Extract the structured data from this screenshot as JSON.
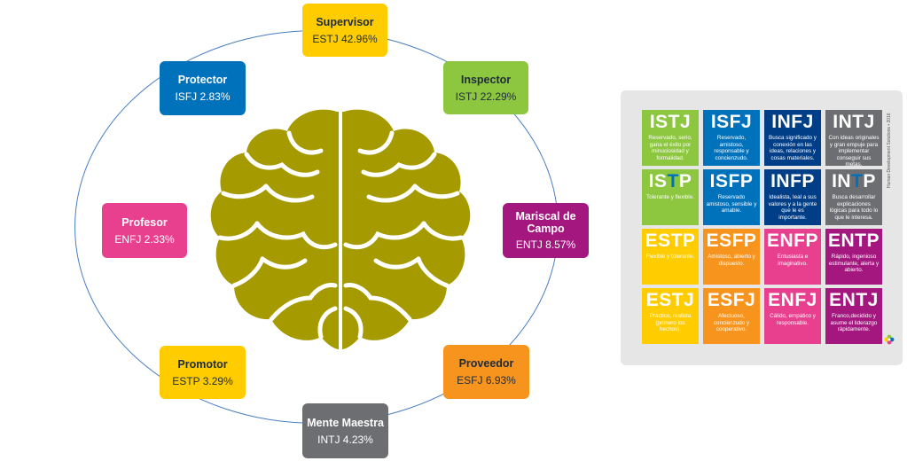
{
  "colors": {
    "ring": "#4a7fc1",
    "brain": "#a59b00",
    "yellow": "#ffcc00",
    "green": "#8dc63f",
    "purple": "#a3177f",
    "orange": "#f7941d",
    "gray": "#6d6e71",
    "pink": "#e8408e",
    "blue": "#0072bc"
  },
  "diagram": {
    "brain_icon": "brain-icon",
    "nodes": [
      {
        "key": "supervisor",
        "title": "Supervisor",
        "value": "ESTJ 42.96%",
        "color": "#ffcc00",
        "dark": true
      },
      {
        "key": "inspector",
        "title": "Inspector",
        "value": "ISTJ 22.29%",
        "color": "#8dc63f",
        "dark": true
      },
      {
        "key": "mariscal",
        "title": "Mariscal de Campo",
        "value": "ENTJ  8.57%",
        "color": "#a3177f",
        "dark": false
      },
      {
        "key": "proveedor",
        "title": "Proveedor",
        "value": "ESFJ 6.93%",
        "color": "#f7941d",
        "dark": true
      },
      {
        "key": "mente",
        "title": "Mente Maestra",
        "value": "INTJ 4.23%",
        "color": "#6d6e71",
        "dark": false
      },
      {
        "key": "promotor",
        "title": "Promotor",
        "value": "ESTP 3.29%",
        "color": "#ffcc00",
        "dark": true
      },
      {
        "key": "profesor",
        "title": "Profesor",
        "value": "ENFJ 2.33%",
        "color": "#e8408e",
        "dark": false
      },
      {
        "key": "protector",
        "title": "Protector",
        "value": "ISFJ 2.83%",
        "color": "#0072bc",
        "dark": false
      }
    ]
  },
  "mbti_card": {
    "credit": "Human Development Solutions • 2016",
    "logo_icon": "flower-logo-icon",
    "types": [
      {
        "code": "ISTJ",
        "desc": "Reservado, serio, gana el éxito por minuciosidad y formalidad.",
        "bg": "#8dc63f",
        "letters": [
          "#ffffff",
          "#ffffff",
          "#ffffff",
          "#ffffff"
        ]
      },
      {
        "code": "ISFJ",
        "desc": "Reservado, amistoso, responsable y concienzudo.",
        "bg": "#0072bc",
        "letters": [
          "#ffffff",
          "#ffffff",
          "#ffffff",
          "#ffffff"
        ]
      },
      {
        "code": "INFJ",
        "desc": "Busca significado y conexión en las ideas, relaciones y cosas materiales.",
        "bg": "#003f87",
        "letters": [
          "#ffffff",
          "#ffffff",
          "#ffffff",
          "#ffffff"
        ]
      },
      {
        "code": "INTJ",
        "desc": "Con ideas originales y gran empuje para implementar conseguir sus metas.",
        "bg": "#6d6e71",
        "letters": [
          "#ffffff",
          "#ffffff",
          "#ffffff",
          "#ffffff"
        ]
      },
      {
        "code": "ISTP",
        "desc": "Tolerante y flexible.",
        "bg": "#8dc63f",
        "letters": [
          "#ffffff",
          "#ffffff",
          "#0072bc",
          "#ffffff"
        ]
      },
      {
        "code": "ISFP",
        "desc": "Reservado amistoso, sensible y amable.",
        "bg": "#0072bc",
        "letters": [
          "#ffffff",
          "#ffffff",
          "#ffffff",
          "#ffffff"
        ]
      },
      {
        "code": "INFP",
        "desc": "Idealista, leal a sus valores y a la gente que le es importante.",
        "bg": "#003f87",
        "letters": [
          "#ffffff",
          "#ffffff",
          "#ffffff",
          "#ffffff"
        ]
      },
      {
        "code": "INTP",
        "desc": "Busca desarrollar explicaciones lógicas para todo lo que le interesa.",
        "bg": "#6d6e71",
        "letters": [
          "#ffffff",
          "#ffffff",
          "#0072bc",
          "#ffffff"
        ]
      },
      {
        "code": "ESTP",
        "desc": "Flexible y tolerante.",
        "bg": "#ffcc00",
        "letters": [
          "#ffffff",
          "#ffffff",
          "#ffffff",
          "#ffffff"
        ]
      },
      {
        "code": "ESFP",
        "desc": "Amistoso, abierto y dispuesto.",
        "bg": "#f7941d",
        "letters": [
          "#ffffff",
          "#ffffff",
          "#ffffff",
          "#ffffff"
        ]
      },
      {
        "code": "ENFP",
        "desc": "Entusiasta e imaginativo.",
        "bg": "#e8408e",
        "letters": [
          "#ffffff",
          "#ffffff",
          "#ffffff",
          "#ffffff"
        ]
      },
      {
        "code": "ENTP",
        "desc": "Rápido, ingenioso estimulante, alerta y abierto.",
        "bg": "#a3177f",
        "letters": [
          "#ffffff",
          "#ffffff",
          "#ffffff",
          "#ffffff"
        ]
      },
      {
        "code": "ESTJ",
        "desc": "Práctico, realista (primero los hechos).",
        "bg": "#ffcc00",
        "letters": [
          "#ffffff",
          "#ffffff",
          "#ffffff",
          "#ffffff"
        ]
      },
      {
        "code": "ESFJ",
        "desc": "Afectuoso, concienzudo y cooperativo.",
        "bg": "#f7941d",
        "letters": [
          "#ffffff",
          "#ffffff",
          "#ffffff",
          "#ffffff"
        ]
      },
      {
        "code": "ENFJ",
        "desc": "Cálido, empático y responsable.",
        "bg": "#e8408e",
        "letters": [
          "#ffffff",
          "#ffffff",
          "#ffffff",
          "#ffffff"
        ]
      },
      {
        "code": "ENTJ",
        "desc": "Franco,decidido y asume el liderazgo rápidamente.",
        "bg": "#a3177f",
        "letters": [
          "#ffffff",
          "#ffffff",
          "#ffffff",
          "#ffffff"
        ]
      }
    ]
  }
}
